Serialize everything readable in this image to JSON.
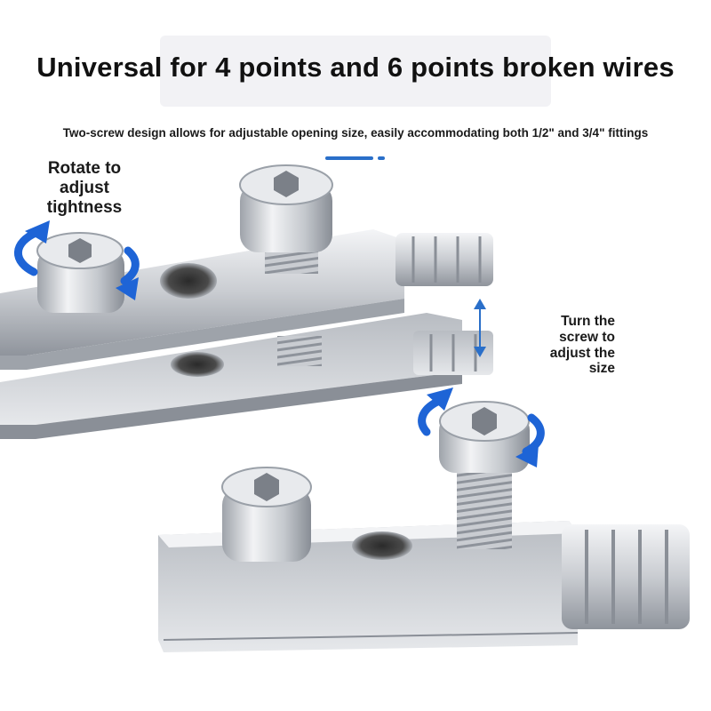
{
  "headline": "Universal for 4 points and 6 points broken wires",
  "subheadline": "Two-screw design allows for adjustable opening size, easily accommodating both 1/2\" and 3/4\" fittings",
  "callouts": {
    "rotate": {
      "lines": [
        "Rotate to",
        "adjust",
        "tightness"
      ]
    },
    "turn": {
      "lines": [
        "Turn the",
        "screw to",
        "adjust the",
        "size"
      ]
    }
  },
  "colors": {
    "accent_blue": "#2a6fc9",
    "arrow_blue": "#1e64d6",
    "steel_light": "#e4e6ea",
    "steel_dark": "#9aa0a8",
    "text": "#111111"
  },
  "icons": {
    "rotate": "rotate-arrow-icon",
    "double_arrow": "vertical-double-arrow-icon"
  }
}
